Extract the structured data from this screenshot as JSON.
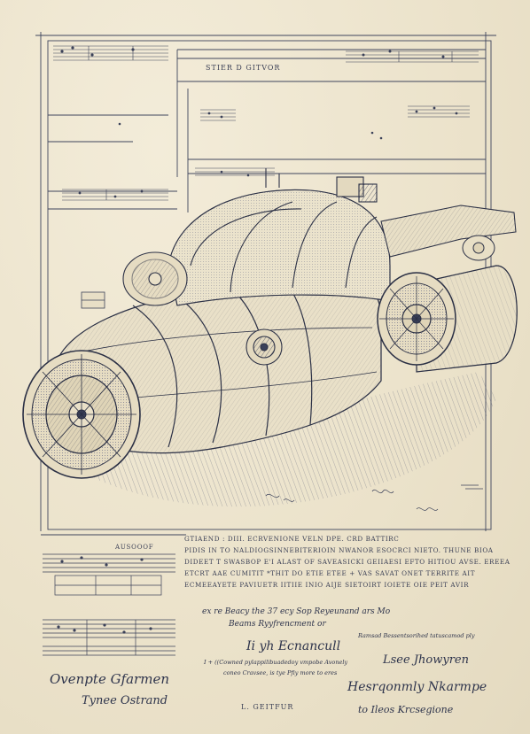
{
  "header": {
    "title": "STIER D GITVOR"
  },
  "text_block": {
    "lines": [
      "GTIAEND : DIII. ECRVENIONE VELN DPE. CRD BATTIRC",
      "PIDIS IN TO NALDIOGSINNEBITERIOIN   NWANOR ESOCRCI NIETO. THUNE BIOA",
      "DIDEET T  SWASBOP E'I ALAST OF SAVEASICKI GEIIAESI  EFTO HITIOU AVSE. EREEA",
      "ETCRT AAE CUMITIT  *THIT DO  ETIE  ETEE  + VAS  SAVAT ONET  TERRITE AIT",
      "ECMEEAYETE PAVIUETR IITIIE INIO AIJE SIETOIRT IOIETE OIE PEIT AVIR"
    ]
  },
  "left_label": "AUSOOOF",
  "notes": {
    "line1": "ex re  Beacy the  37 ecy   Sop Reyeunand ars Mo",
    "line2": "Beams  Ryyfrencment  or",
    "line3": "Ramsad Bessentsorihed tatuscamod ply",
    "line4": "I  + ((Cowned pylappilibuadedoy  vmpobe Avonely",
    "line5": "coneo Cravsee,  is  tye Pfiy more  to   eres"
  },
  "signatures": {
    "left_top": "Ovenpte  Gfarmen",
    "left_bottom": "Tynee  Ostrand",
    "mid": "Ii  yh  Ecnancull",
    "mid_right": "Lsee  Jhowyren",
    "right_1": "Hesrqonmly  Nkarmpe",
    "right_2": "to Ileos  Krcsegione"
  },
  "caption": "L. GEITFUR",
  "colors": {
    "paper": "#efe7d2",
    "ink": "#2f3446"
  }
}
